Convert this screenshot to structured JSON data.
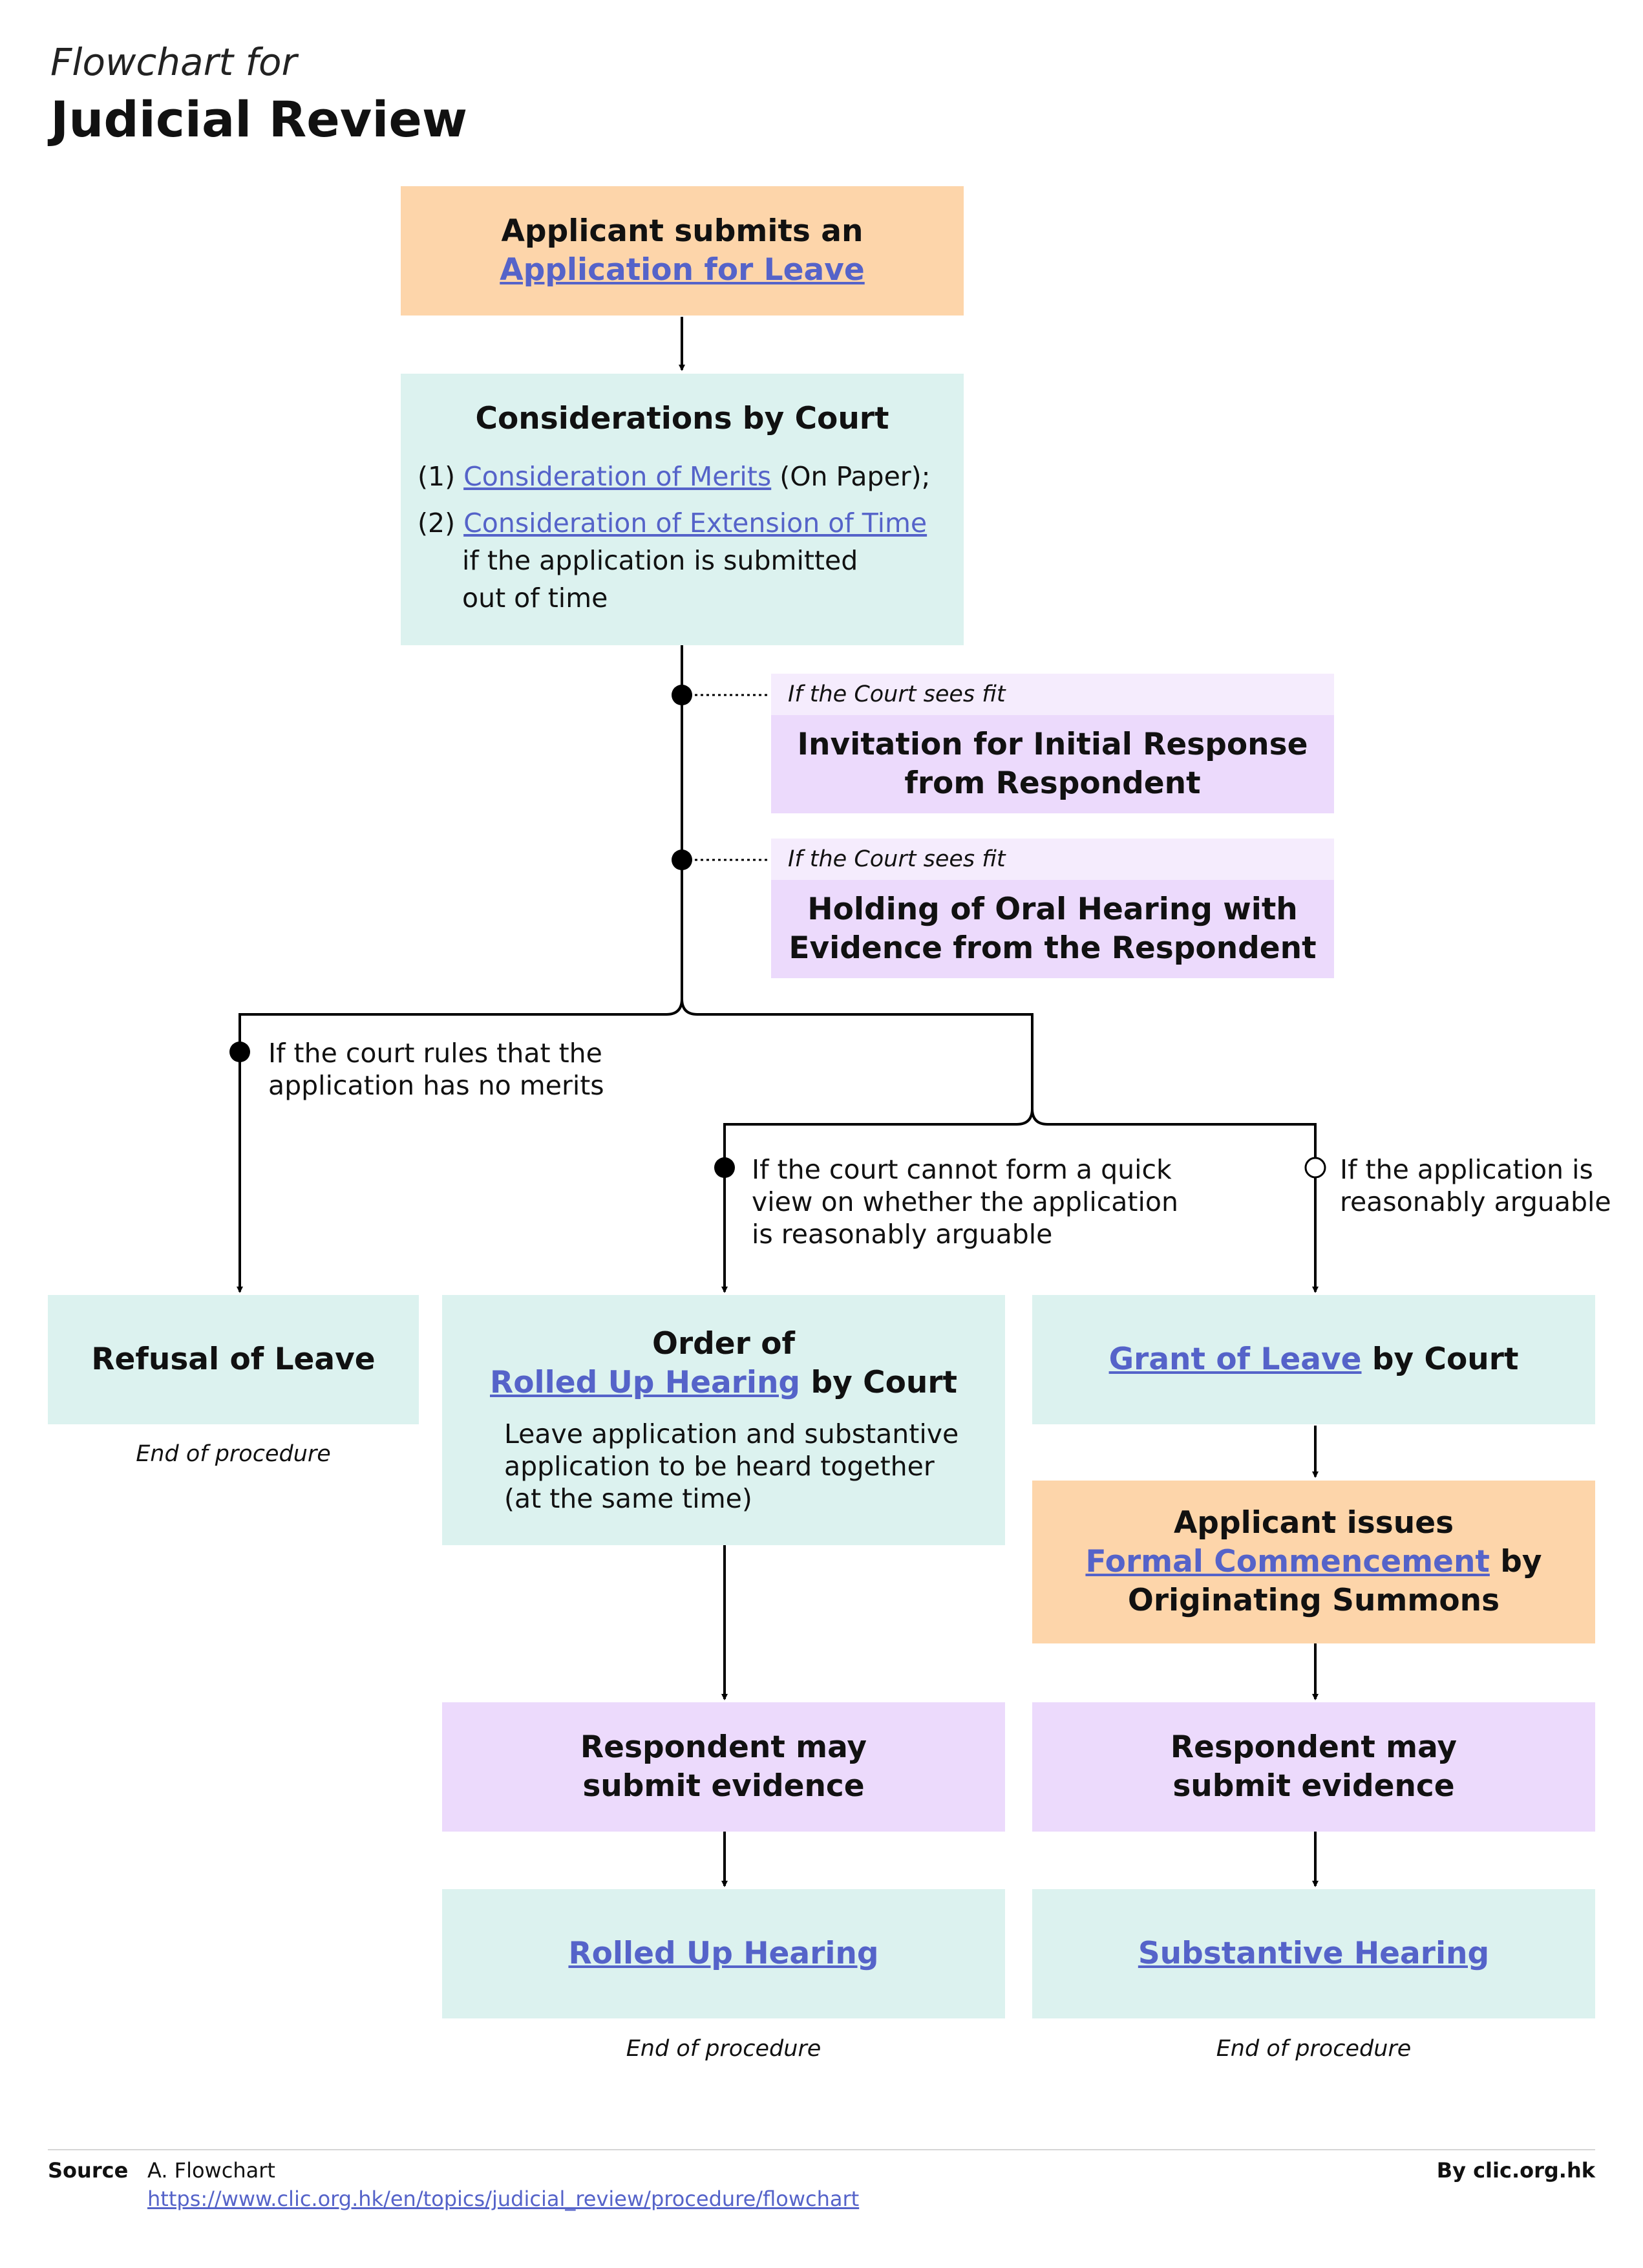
{
  "header": {
    "kicker": "Flowchart for",
    "title": "Judicial Review"
  },
  "nodes": {
    "apply": {
      "line1": "Applicant submits an",
      "link": "Application for Leave"
    },
    "considerations": {
      "title": "Considerations by Court",
      "item1_num": "(1)",
      "item1_link": "Consideration of Merits",
      "item1_rest": "(On Paper);",
      "item2_num": "(2)",
      "item2_link": "Consideration of Extension of Time",
      "item2_rest1": "if the application is submitted",
      "item2_rest2": "out of time"
    },
    "invitation": {
      "condition": "If the Court sees fit",
      "line1": "Invitation for Initial Response",
      "line2": "from Respondent"
    },
    "oral": {
      "condition": "If the Court sees fit",
      "line1": "Holding of Oral Hearing with",
      "line2": "Evidence from the Respondent"
    },
    "refusal": {
      "title": "Refusal of Leave",
      "end": "End of procedure"
    },
    "rolled_order": {
      "line1": "Order of",
      "link": "Rolled Up Hearing",
      "rest": "by Court",
      "body1": "Leave application and substantive",
      "body2": "application to be heard together",
      "body3": "(at the same time)"
    },
    "grant": {
      "link": "Grant of Leave",
      "rest": "by Court"
    },
    "formal": {
      "line1": "Applicant issues",
      "link": "Formal Commencement",
      "rest": "by",
      "line3": "Originating Summons"
    },
    "evidence_left": {
      "line1": "Respondent may",
      "line2": "submit evidence"
    },
    "evidence_right": {
      "line1": "Respondent may",
      "line2": "submit evidence"
    },
    "rolled_hearing": {
      "link": "Rolled Up Hearing",
      "end": "End of procedure"
    },
    "substantive": {
      "link": "Substantive Hearing",
      "end": "End of procedure"
    }
  },
  "conditions": {
    "no_merits": [
      "If the court rules that the",
      "application has no merits"
    ],
    "cannot_form": [
      "If the court cannot form a quick",
      "view on whether the application",
      "is reasonably arguable"
    ],
    "arguable": [
      "If the application is",
      "reasonably arguable"
    ]
  },
  "footer": {
    "source_label": "Source",
    "source_title": "A. Flowchart",
    "source_url": "https://www.clic.org.hk/en/topics/judicial_review/procedure/flowchart",
    "credit": "By clic.org.hk"
  },
  "colors": {
    "orange": "#fdd5aa",
    "teal": "#dcf2ef",
    "purple": "#ecdafc",
    "purple_light": "#f5ecfd",
    "link": "#5563c9"
  }
}
